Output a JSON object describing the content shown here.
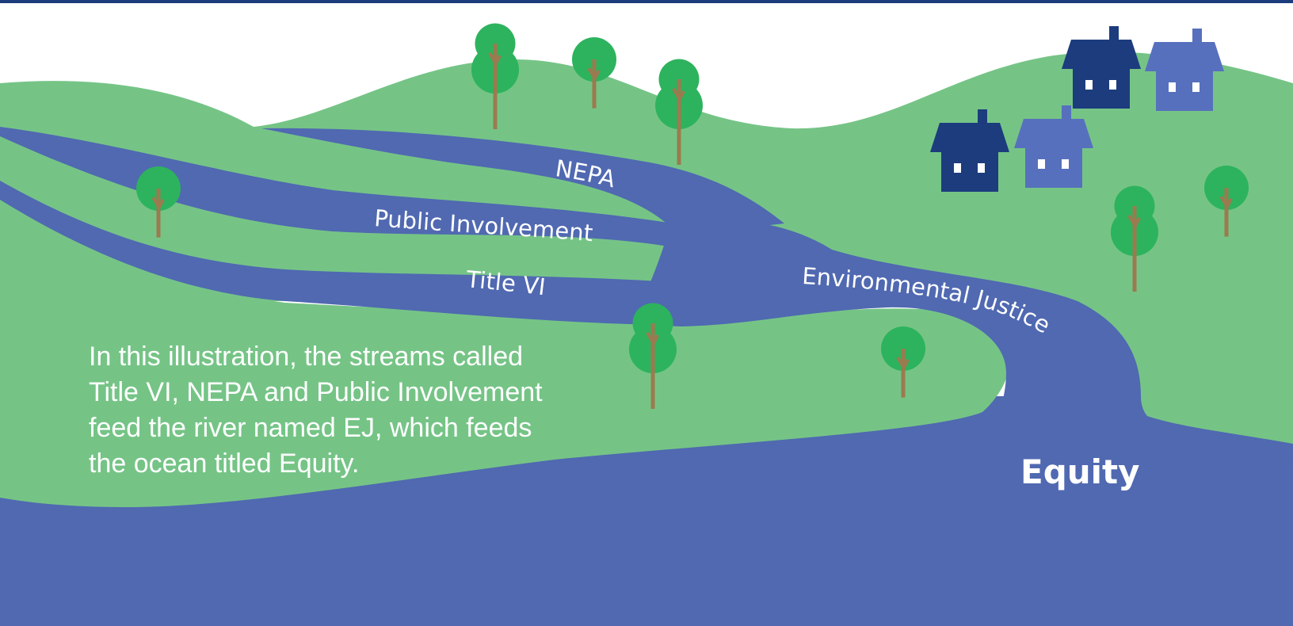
{
  "streams": {
    "nepa": "NEPA",
    "public_involvement": "Public Involvement",
    "title_vi": "Title VI",
    "river": "Environmental Justice"
  },
  "ocean": {
    "label": "Equity"
  },
  "caption": "In this illustration, the streams called Title VI, NEPA and Public Involvement feed the river named EJ, which feeds the ocean titled Equity.",
  "colors": {
    "land": "#75c486",
    "water": "#5069b1",
    "tree_canopy": "#2db35d",
    "trunk": "#9c7a4f",
    "house_dark": "#1c3c7d",
    "house_light": "#5770bd",
    "top_rule": "#1c3c7d"
  },
  "icons": [
    "tree-icon",
    "house-icon"
  ]
}
